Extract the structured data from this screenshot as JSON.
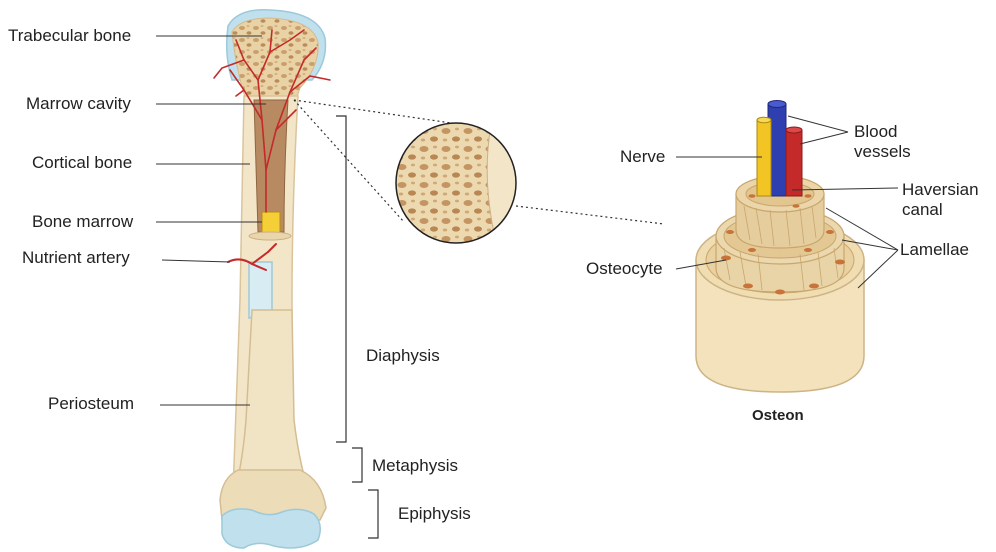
{
  "labels": {
    "trabecular_bone": "Trabecular bone",
    "marrow_cavity": "Marrow cavity",
    "cortical_bone": "Cortical bone",
    "bone_marrow": "Bone marrow",
    "nutrient_artery": "Nutrient artery",
    "periosteum": "Periosteum",
    "diaphysis": "Diaphysis",
    "metaphysis": "Metaphysis",
    "epiphysis": "Epiphysis",
    "nerve": "Nerve",
    "blood_vessels": "Blood vessels",
    "haversian_canal": "Haversian canal",
    "lamellae": "Lamellae",
    "osteocyte": "Osteocyte",
    "osteon": "Osteon"
  },
  "colors": {
    "bone_shaft": "#f3e6c8",
    "bone_inner": "#ead6ad",
    "trabecular": "#e1c79a",
    "cartilage": "#bfe0ec",
    "periosteum": "#d8ecf3",
    "artery": "#c42a2a",
    "vein_blue": "#2f3fb0",
    "nerve_yellow": "#f2c525",
    "lamella": "#eddab0",
    "osteocyte": "#c8733a"
  }
}
